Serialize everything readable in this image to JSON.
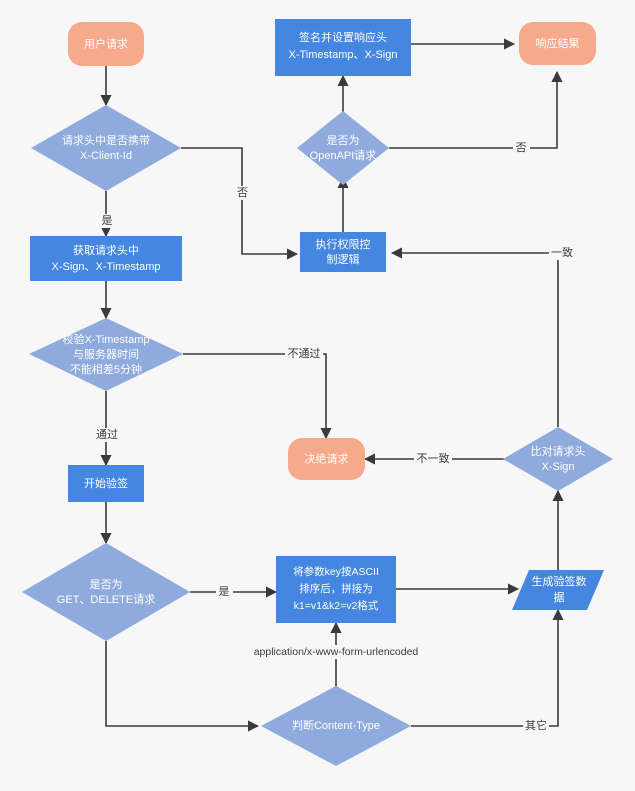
{
  "diagram": {
    "title": "API 请求签名校验流程图",
    "background_color": "#f7f7f7",
    "colors": {
      "terminator_fill": "#f7a98c",
      "process_fill": "#4486e0",
      "decision_fill": "#8faadc",
      "data_fill": "#4486e0",
      "edge_stroke": "#3a3a3a",
      "node_text": "#ffffff",
      "edge_text": "#3a3a3a"
    },
    "nodes": [
      {
        "id": "user-request",
        "shape": "terminator",
        "lines": [
          "用户请求"
        ]
      },
      {
        "id": "has-client-id",
        "shape": "decision",
        "lines": [
          "请求头中是否携带",
          "X-Client-Id"
        ]
      },
      {
        "id": "get-headers",
        "shape": "process",
        "lines": [
          "获取请求头中",
          "X-Sign、X-Timestamp"
        ]
      },
      {
        "id": "check-timestamp",
        "shape": "decision",
        "lines": [
          "校验X-Timestamp",
          "与服务器时间",
          "不能相差5分钟"
        ]
      },
      {
        "id": "start-verify",
        "shape": "process",
        "lines": [
          "开始验签"
        ]
      },
      {
        "id": "is-get-delete",
        "shape": "decision",
        "lines": [
          "是否为",
          "GET、DELETE请求"
        ]
      },
      {
        "id": "sort-params",
        "shape": "process",
        "lines": [
          "将参数key按ASCII",
          "排序后，拼接为",
          "k1=v1&k2=v2格式"
        ]
      },
      {
        "id": "judge-content-type",
        "shape": "decision",
        "lines": [
          "判断Content-Type"
        ]
      },
      {
        "id": "gen-sign-data",
        "shape": "data",
        "lines": [
          "生成验签数",
          "据"
        ]
      },
      {
        "id": "compare-x-sign",
        "shape": "decision",
        "lines": [
          "比对请求头",
          "X-Sign"
        ]
      },
      {
        "id": "reject-request",
        "shape": "terminator",
        "lines": [
          "决绝请求"
        ]
      },
      {
        "id": "permission-logic",
        "shape": "process",
        "lines": [
          "执行权限控",
          "制逻辑"
        ]
      },
      {
        "id": "is-openapi",
        "shape": "decision",
        "lines": [
          "是否为",
          "OpenAPI请求"
        ]
      },
      {
        "id": "sign-and-set",
        "shape": "process",
        "lines": [
          "签名并设置响应头",
          "X-Timestamp、X-Sign"
        ]
      },
      {
        "id": "response-result",
        "shape": "terminator",
        "lines": [
          "响应结果"
        ]
      }
    ],
    "edges": [
      {
        "id": "e-user-to-clientid",
        "from": "user-request",
        "to": "has-client-id",
        "label": ""
      },
      {
        "id": "e-clientid-yes",
        "from": "has-client-id",
        "to": "get-headers",
        "label": "是"
      },
      {
        "id": "e-clientid-no",
        "from": "has-client-id",
        "to": "permission-logic",
        "label": "否"
      },
      {
        "id": "e-headers-to-timestamp",
        "from": "get-headers",
        "to": "check-timestamp",
        "label": ""
      },
      {
        "id": "e-timestamp-fail",
        "from": "check-timestamp",
        "to": "reject-request",
        "label": "不通过"
      },
      {
        "id": "e-timestamp-pass",
        "from": "check-timestamp",
        "to": "start-verify",
        "label": "通过"
      },
      {
        "id": "e-verify-to-method",
        "from": "start-verify",
        "to": "is-get-delete",
        "label": ""
      },
      {
        "id": "e-method-yes",
        "from": "is-get-delete",
        "to": "sort-params",
        "label": "是"
      },
      {
        "id": "e-method-no",
        "from": "is-get-delete",
        "to": "judge-content-type",
        "label": ""
      },
      {
        "id": "e-contenttype-urlencoded",
        "from": "judge-content-type",
        "to": "sort-params",
        "label": "application/x-www-form-urlencoded"
      },
      {
        "id": "e-contenttype-other",
        "from": "judge-content-type",
        "to": "gen-sign-data",
        "label": "其它"
      },
      {
        "id": "e-sort-to-gendata",
        "from": "sort-params",
        "to": "gen-sign-data",
        "label": ""
      },
      {
        "id": "e-gendata-to-compare",
        "from": "gen-sign-data",
        "to": "compare-x-sign",
        "label": ""
      },
      {
        "id": "e-compare-mismatch",
        "from": "compare-x-sign",
        "to": "reject-request",
        "label": "不一致"
      },
      {
        "id": "e-compare-match",
        "from": "compare-x-sign",
        "to": "permission-logic",
        "label": "一致"
      },
      {
        "id": "e-permission-to-openapi",
        "from": "permission-logic",
        "to": "is-openapi",
        "label": ""
      },
      {
        "id": "e-openapi-yes",
        "from": "is-openapi",
        "to": "sign-and-set",
        "label": ""
      },
      {
        "id": "e-openapi-no",
        "from": "is-openapi",
        "to": "response-result",
        "label": "否"
      },
      {
        "id": "e-sign-to-response",
        "from": "sign-and-set",
        "to": "response-result",
        "label": ""
      }
    ]
  }
}
